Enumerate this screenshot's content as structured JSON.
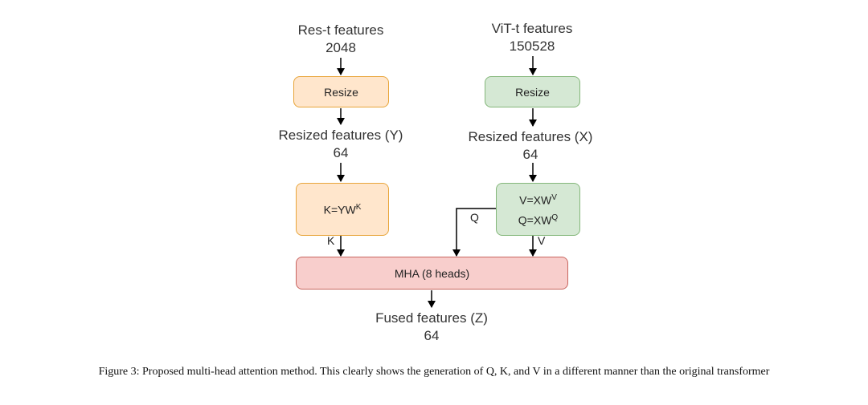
{
  "diagram": {
    "left_input": {
      "title": "Res-t features",
      "size": "2048"
    },
    "right_input": {
      "title": "ViT-t features",
      "size": "150528"
    },
    "left_resize": "Resize",
    "right_resize": "Resize",
    "left_resized": {
      "title": "Resized features (Y)",
      "size": "64"
    },
    "right_resized": {
      "title": "Resized features (X)",
      "size": "64"
    },
    "k_box": {
      "base": "K=YW",
      "sup": "K"
    },
    "vq_box": {
      "v_base": "V=XW",
      "v_sup": "V",
      "q_base": "Q=XW",
      "q_sup": "Q"
    },
    "edge_labels": {
      "q": "Q",
      "k": "K",
      "v": "V"
    },
    "mha": "MHA (8 heads)",
    "output": {
      "title": "Fused features (Z)",
      "size": "64"
    },
    "colors": {
      "orange_fill": "#ffe6cc",
      "green_fill": "#d5e8d4",
      "red_fill": "#f8cecc"
    }
  },
  "caption": "Figure 3: Proposed multi-head attention method. This clearly shows the generation of Q, K, and V in a different manner than the original transformer"
}
